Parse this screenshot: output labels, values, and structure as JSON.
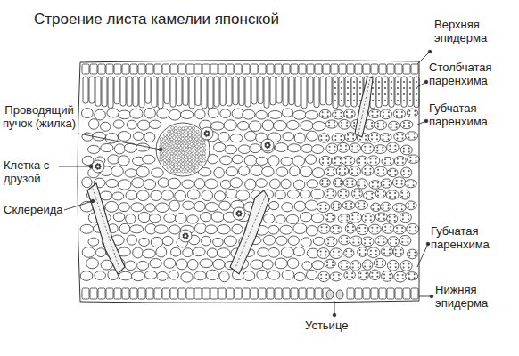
{
  "diagram": {
    "title": "Строение листа камелии японской",
    "labels": [
      "Верхняя эпидерма",
      "Столбчатая паренхима",
      "Проводящий пучок (жилка)",
      "Губчатая паренхима",
      "Клетка с друзой",
      "Склереида",
      "Губчатая паренхима",
      "Нижняя эпидерма",
      "Устьице"
    ]
  }
}
